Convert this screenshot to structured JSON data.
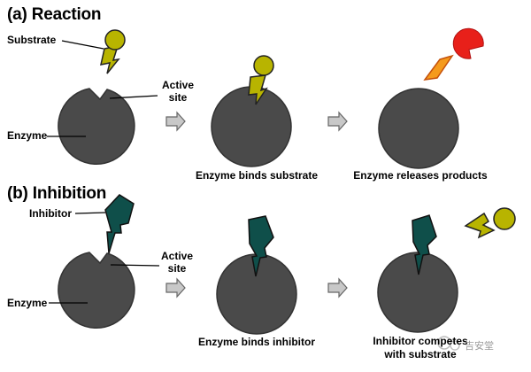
{
  "reaction": {
    "title": "(a) Reaction",
    "substrate_label": "Substrate",
    "active_site_label_line1": "Active",
    "active_site_label_line2": "site",
    "enzyme_label": "Enzyme",
    "caption_binds": "Enzyme binds substrate",
    "caption_releases": "Enzyme releases products"
  },
  "inhibition": {
    "title": "(b) Inhibition",
    "inhibitor_label": "Inhibitor",
    "active_site_label_line1": "Active",
    "active_site_label_line2": "site",
    "enzyme_label": "Enzyme",
    "caption_binds": "Enzyme binds inhibitor",
    "caption_competes_line1": "Inhibitor competes",
    "caption_competes_line2": "with substrate"
  },
  "watermark": "吉安堂",
  "colors": {
    "enzyme": "#4a4a4a",
    "substrate": "#b8b400",
    "inhibitor": "#0f4f4a",
    "product_red": "#e8201a",
    "product_orange": "#f59a1c",
    "arrow": "#c8c8c8"
  }
}
